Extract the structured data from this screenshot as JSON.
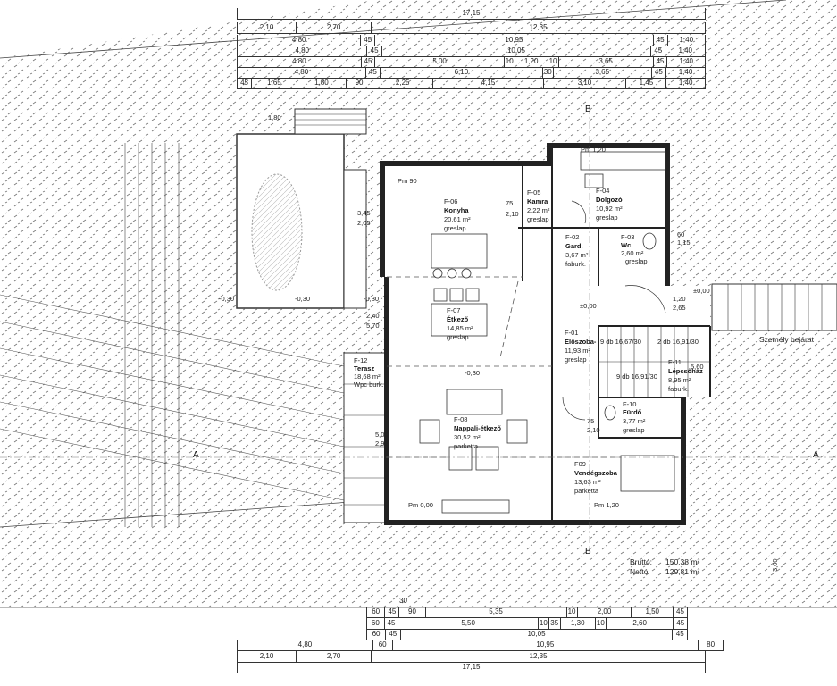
{
  "rooms": [
    {
      "id": "F-01",
      "name": "Előszoba-",
      "area": "11,93 m²",
      "floor": "greslap"
    },
    {
      "id": "F-02",
      "name": "Gard.",
      "area": "3,67 m²",
      "floor": "faburk."
    },
    {
      "id": "F-03",
      "name": "Wc",
      "area": "2,60 m²",
      "floor": "greslap"
    },
    {
      "id": "F-04",
      "name": "Dolgozó",
      "area": "10,92 m²",
      "floor": "greslap"
    },
    {
      "id": "F-05",
      "name": "Kamra",
      "area": "2,22 m²",
      "floor": "greslap"
    },
    {
      "id": "F-06",
      "name": "Konyha",
      "area": "20,61 m²",
      "floor": "greslap"
    },
    {
      "id": "F-07",
      "name": "Étkező",
      "area": "14,85 m²",
      "floor": "greslap"
    },
    {
      "id": "F-08",
      "name": "Nappali-étkező",
      "area": "30,52 m²",
      "floor": "parketta"
    },
    {
      "id": "F09",
      "name": "Vendégszoba",
      "area": "13,63 m²",
      "floor": "parketta"
    },
    {
      "id": "F-10",
      "name": "Fürdő",
      "area": "3,77 m²",
      "floor": "greslap"
    },
    {
      "id": "F-11",
      "name": "Lépcsőház",
      "area": "8,95 m²",
      "floor": "faburk."
    },
    {
      "id": "F-12",
      "name": "Terasz",
      "area": "18,68 m²",
      "floor": "Wpc burk."
    }
  ],
  "summary": {
    "brutto_label": "Bruttó:",
    "brutto": "150,38 m²",
    "netto_label": "Nettó:",
    "netto": "129,81 m²"
  },
  "labels": {
    "entrance": "Személy bejárat",
    "section_a": "A",
    "section_b": "B",
    "level_0": "±0,00",
    "level_m030": "-0,30",
    "pm0": "Pm 0,00",
    "pm120": "Pm 1,20",
    "pm90": "Pm 90",
    "stairs_1": "9 db 16,67/30",
    "stairs_2": "2 db 16,91/30",
    "stairs_3": "9 db 16,91/30",
    "door_75": "75",
    "door_210": "2,10",
    "win_500": "5,00",
    "win_295": "2,95",
    "win_240": "2,40",
    "win_570": "5,70",
    "win_345": "3,45",
    "win_205": "2,05",
    "win_120": "1,20",
    "win_265": "2,65",
    "win_60": "60",
    "win_115": "1,15",
    "dim_300": "3,00",
    "dim_180": "1,80",
    "dim_560": "5,60"
  },
  "dimensions": {
    "top": [
      [
        "17,15"
      ],
      [
        "2,10",
        "2,70",
        "12,35"
      ],
      [
        "4,80",
        "45",
        "10,95",
        "45",
        "1,40"
      ],
      [
        "4,80",
        "45",
        "10,05",
        "45",
        "1,40"
      ],
      [
        "4,80",
        "45",
        "5,00",
        "10",
        "1,20",
        "10",
        "3,65",
        "45",
        "1,40"
      ],
      [
        "4,80",
        "45",
        "6,10",
        "30",
        "3,65",
        "45",
        "1,40"
      ],
      [
        "45",
        "1,65",
        "1,80",
        "90",
        "2,25",
        "4,15",
        "3,10",
        "1,45",
        "1,40"
      ]
    ],
    "bottom_small": "30",
    "bottom": [
      [
        "60",
        "45",
        "90",
        "5,35",
        "10",
        "2,00",
        "1,50",
        "45"
      ],
      [
        "60",
        "45",
        "5,50",
        "10",
        "35",
        "1,30",
        "10",
        "2,60",
        "45"
      ],
      [
        "60",
        "45",
        "10,05",
        "45"
      ],
      [
        "4,80",
        "60",
        "10,95",
        "80"
      ],
      [
        "2,10",
        "2,70",
        "12,35"
      ],
      [
        "17,15"
      ]
    ]
  }
}
